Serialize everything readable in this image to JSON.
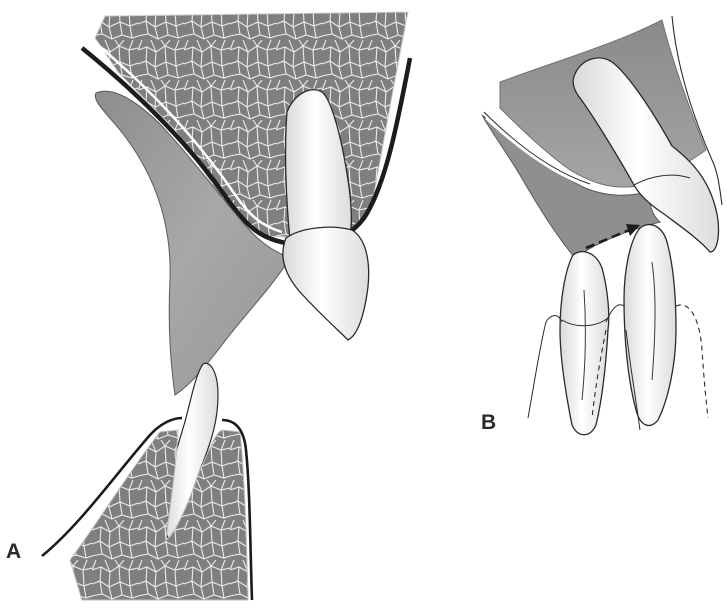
{
  "figure": {
    "panels": [
      {
        "id": "A",
        "label": "A"
      },
      {
        "id": "B",
        "label": "B"
      }
    ],
    "colors": {
      "bone_fill": "#7f7f7f",
      "bone_light": "#c4c4c4",
      "soft_tissue": "#9d9d9d",
      "tooth": "#f2f2f2",
      "outline": "#1c1c1c"
    }
  }
}
